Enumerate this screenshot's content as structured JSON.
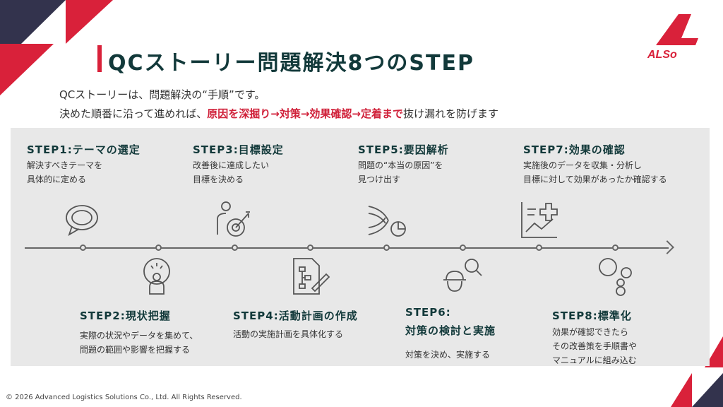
{
  "header": {
    "title": "QCストーリー問題解決8つのSTEP",
    "logo_text": "ALSo"
  },
  "intro": {
    "line1": "QCストーリーは、問題解決の“手順”です。",
    "line2_pre": "決めた順番に沿って進めれば、",
    "line2_emph": "原因を深掘り→対策→効果確認→定着まで",
    "line2_post": "抜け漏れを防げます"
  },
  "steps": [
    {
      "title": "STEP1:テーマの選定",
      "desc1": "解決すべきテーマを",
      "desc2": "具体的に定める",
      "icon": "speech-bubble-icon"
    },
    {
      "title": "STEP2:現状把握",
      "desc1": "実際の状況やデータを集めて、",
      "desc2": "問題の範囲や影響を把握する",
      "icon": "person-thinking-icon"
    },
    {
      "title": "STEP3:目標設定",
      "desc1": "改善後に達成したい",
      "desc2": "目標を決める",
      "icon": "target-icon"
    },
    {
      "title": "STEP4:活動計画の作成",
      "desc1": "活動の実施計画を具体化する",
      "desc2": "",
      "icon": "plan-document-icon"
    },
    {
      "title": "STEP5:要因解析",
      "desc1": "問題の“本当の原因”を",
      "desc2": "見つけ出す",
      "icon": "analysis-icon"
    },
    {
      "title": "STEP6:",
      "title2": "対策の検討と実施",
      "desc1": "対策を決め、実施する",
      "desc2": "",
      "icon": "worker-search-icon"
    },
    {
      "title": "STEP7:効果の確認",
      "desc1": "実施後のデータを収集・分析し",
      "desc2": "目標に対して効果があったか確認する",
      "icon": "chart-plus-icon"
    },
    {
      "title": "STEP8:標準化",
      "desc1": "効果が確認できたら",
      "desc2": "その改善策を手順書や",
      "desc3": "マニュアルに組み込む",
      "icon": "bubbles-icon"
    }
  ],
  "footer": {
    "copyright": "© 2026 Advanced Logistics Solutions Co., Ltd. All Rights Reserved."
  }
}
